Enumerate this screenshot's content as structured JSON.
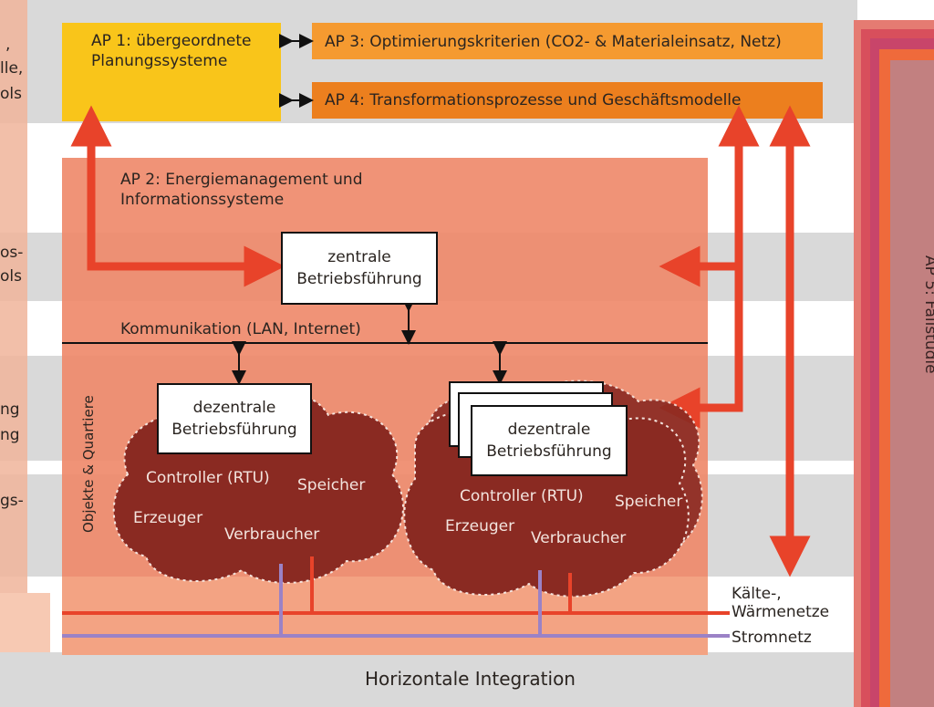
{
  "left_fragments": [
    ",",
    "lle,",
    "ols",
    "os-",
    "ols",
    "ng",
    "ng",
    "gs-"
  ],
  "ap1": "AP 1: übergeordnete Planungssysteme",
  "ap3": "AP 3: Optimierungskriterien (CO2- & Materialeinsatz, Netz)",
  "ap4": "AP 4: Transformationsprozesse und Geschäftsmodelle",
  "ap2": "AP 2: Energiemanagement und Informationssysteme",
  "zentrale": "zentrale Betriebsführung",
  "kommunikation": "Kommunikation (LAN, Internet)",
  "dezentrale_left": "dezentrale Betriebsführung",
  "dezentrale_right": "dezentrale Betriebsführung",
  "vertical_label": "Objekte & Quartiere",
  "cloud_left": {
    "controller": "Controller (RTU)",
    "speicher": "Speicher",
    "erzeuger": "Erzeuger",
    "verbraucher": "Verbraucher"
  },
  "cloud_right": {
    "controller": "Controller (RTU)",
    "speicher": "Speicher",
    "erzeuger": "Erzeuger",
    "verbraucher": "Verbraucher"
  },
  "kaelte": "Kälte-, Wärmenetze",
  "stromnetz": "Stromnetz",
  "horizontal": "Horizontale Integration",
  "ap5": "AP 5: Fallstudie",
  "colors": {
    "yellow": "#f9c51a",
    "orange": "#f59a30",
    "orange_dark": "#ec7f1e",
    "salmon": "#ef8a6b",
    "salmon_light": "#f3a383",
    "red_arrow": "#e8432a",
    "cloud": "#8a2a22",
    "grey_band": "#d9d9d9",
    "purple": "#9b82c6"
  }
}
